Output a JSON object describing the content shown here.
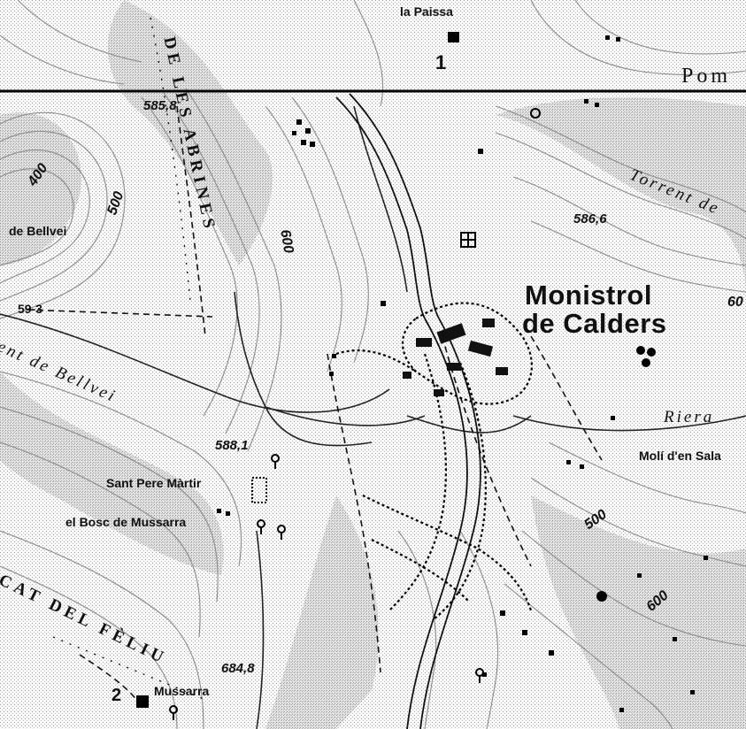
{
  "map": {
    "colors": {
      "ink": "#111111",
      "paper": "#fbfbfb",
      "contour": "#8a8a8a",
      "shade": "#c9c9c9"
    },
    "road_label": "Pom",
    "places": {
      "la_paissa": "la Paissa",
      "town_line1": "Monistrol",
      "town_line2": "de Calders",
      "bellvei": "de Bellvei",
      "sant_pere": "Sant Pere Màrtir",
      "bosc": "el Bosc de Mussarra",
      "mussarra": "Mussarra",
      "moli": "Molí d'en Sala"
    },
    "elevations": {
      "e1": "586,6",
      "e2": "588,1",
      "e3": "684,8",
      "e4": "585,8"
    },
    "contours": {
      "c400": "400",
      "c500a": "500",
      "c600a": "600",
      "c500b": "500",
      "c600b": "600",
      "c600c": "60"
    },
    "streams": {
      "torrent_bellvei": "ent de Bellvei",
      "torrent_east": "Torrent de",
      "riera": "Riera"
    },
    "ridges": {
      "abrines": "DE LES ABRINES",
      "feliu": "CAT DEL FÈLIU"
    },
    "markers": {
      "km1": "1",
      "km2": "2",
      "boundary_code": "59-3"
    }
  }
}
